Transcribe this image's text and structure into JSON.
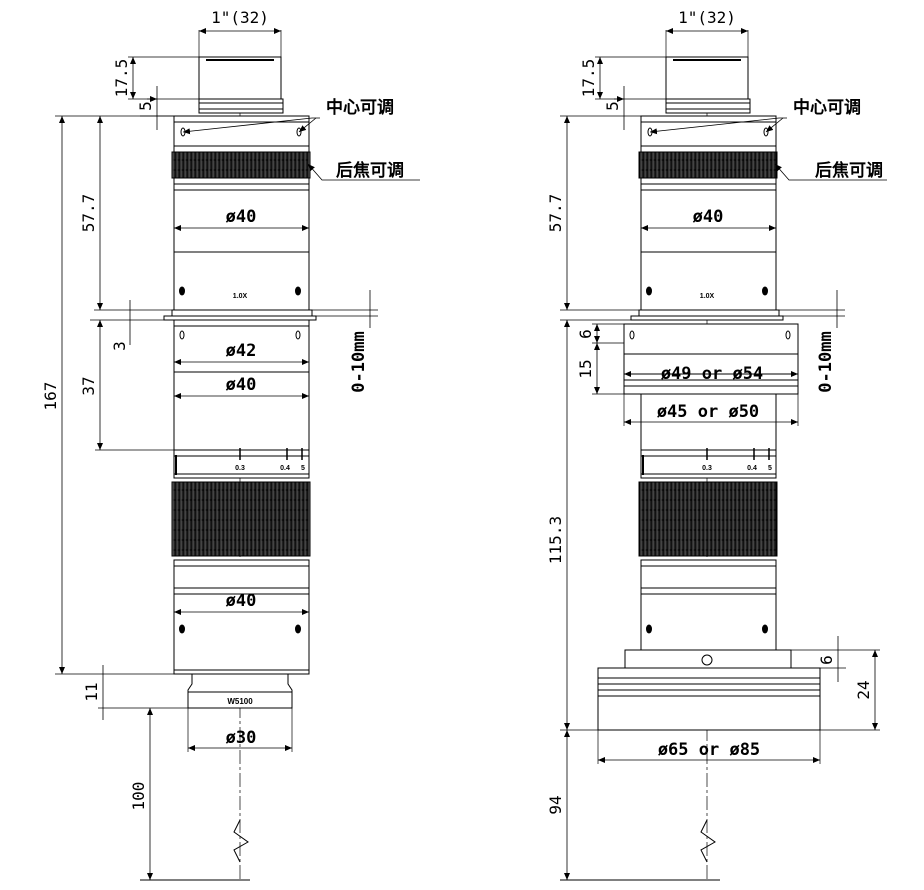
{
  "left_lens": {
    "top_dia": "1\"(32)",
    "dim_17_5": "17.5",
    "dim_5": "5",
    "center_adj": "中心可调",
    "back_focus_adj": "后焦可调",
    "dim_57_7": "57.7",
    "dia_40_a": "ø40",
    "mag_label": "1.0X",
    "dim_3": "3",
    "travel": "0-10mm",
    "dia_42": "ø42",
    "dim_37": "37",
    "dia_40_b": "ø40",
    "dim_167": "167",
    "scale_03": "0.3",
    "scale_04": "0.4",
    "scale_05": "5",
    "dia_40_c": "ø40",
    "dim_11": "11",
    "model": "W5100",
    "dia_30": "ø30",
    "dim_100": "100"
  },
  "right_lens": {
    "top_dia": "1\"(32)",
    "dim_17_5": "17.5",
    "dim_5": "5",
    "center_adj": "中心可调",
    "back_focus_adj": "后焦可调",
    "dim_57_7": "57.7",
    "dia_40": "ø40",
    "mag_label": "1.0X",
    "travel": "0-10mm",
    "dim_6_top": "6",
    "dim_15": "15",
    "dia_49_54": "ø49 or ø54",
    "dia_45_50": "ø45 or ø50",
    "dim_115_3": "115.3",
    "scale_03": "0.3",
    "scale_04": "0.4",
    "scale_05": "5",
    "dim_6_bottom": "6",
    "dim_24": "24",
    "dia_65_85": "ø65 or ø85",
    "dim_94": "94"
  }
}
